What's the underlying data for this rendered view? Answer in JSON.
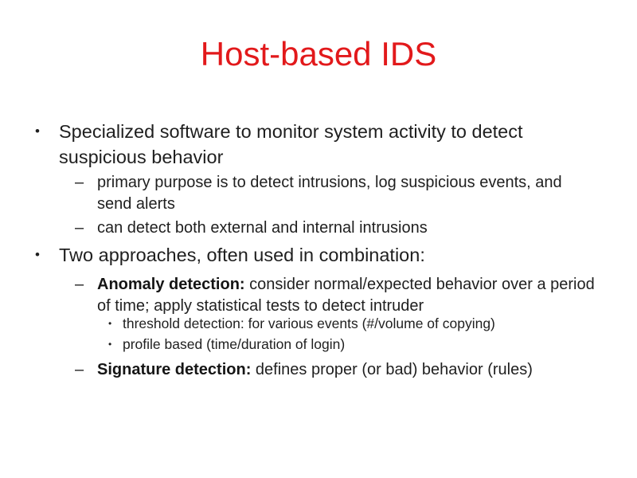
{
  "slide": {
    "title": "Host-based IDS",
    "colors": {
      "background": "#ffffff",
      "title_red": "#e2191b",
      "body_text": "#1f1f1f"
    }
  },
  "content": {
    "items": [
      {
        "level": 1,
        "marker": "•",
        "lines": [
          "Specialized software to monitor system activity to detect",
          "suspicious behavior"
        ]
      },
      {
        "level": 2,
        "marker": "–",
        "lines": [
          "primary purpose is to detect intrusions, log suspicious events, and",
          "send alerts"
        ]
      },
      {
        "level": 2,
        "marker": "–",
        "lines": [
          "can detect both external and internal intrusions"
        ]
      },
      {
        "level": 1,
        "marker": "•",
        "lines": [
          "Two approaches, often used in combination:"
        ]
      },
      {
        "level": 2,
        "marker": "–",
        "lead": "Anomaly detection:",
        "text": "consider normal/expected behavior over a period",
        "line2": "of time; apply statistical tests to detect intruder"
      },
      {
        "level": 3,
        "marker": "•",
        "lines": [
          "threshold detection: for various events (#/volume of copying)"
        ]
      },
      {
        "level": 3,
        "marker": "•",
        "lines": [
          "profile based (time/duration of login)"
        ]
      },
      {
        "level": 2,
        "marker": "–",
        "lead": "Signature detection:",
        "text": "defines proper (or bad) behavior (rules)"
      }
    ]
  }
}
